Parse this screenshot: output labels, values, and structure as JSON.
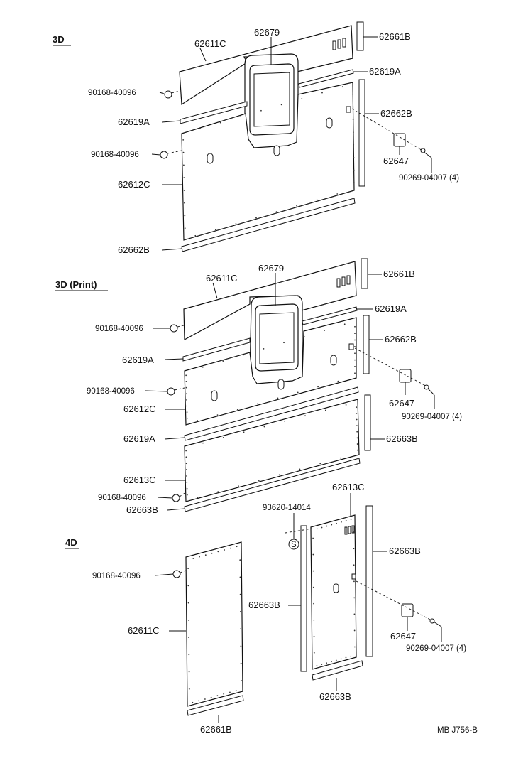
{
  "sections": {
    "s1": "3D",
    "s2": "3D (Print)",
    "s3": "4D"
  },
  "labels": {
    "s1_62611C": "62611C",
    "s1_62679": "62679",
    "s1_62661B": "62661B",
    "s1_62619A_right": "62619A",
    "s1_90168_top": "90168-40096",
    "s1_62619A_left": "62619A",
    "s1_62662B_right": "62662B",
    "s1_90168_mid": "90168-40096",
    "s1_62647": "62647",
    "s1_90269": "90269-04007 (4)",
    "s1_62612C": "62612C",
    "s1_62662B_bottom": "62662B",
    "s2_62611C": "62611C",
    "s2_62679": "62679",
    "s2_62661B": "62661B",
    "s2_62619A_right": "62619A",
    "s2_90168_top": "90168-40096",
    "s2_62619A_left": "62619A",
    "s2_62662B_right": "62662B",
    "s2_90168_mid": "90168-40096",
    "s2_62647": "62647",
    "s2_62612C": "62612C",
    "s2_90269": "90269-04007 (4)",
    "s2_62619A_lower": "62619A",
    "s2_62663B_right": "62663B",
    "s2_62613C": "62613C",
    "s2_90168_low": "90168-40096",
    "s2_62663B_bottom": "62663B",
    "s3_62613C": "62613C",
    "s3_93620": "93620-14014",
    "s3_90168": "90168-40096",
    "s3_62663B_right": "62663B",
    "s3_62663B_left": "62663B",
    "s3_62611C": "62611C",
    "s3_62647": "62647",
    "s3_90269": "90269-04007 (4)",
    "s3_62663B_bottom": "62663B",
    "s3_62661B": "62661B",
    "screw_symbol": "S",
    "footer_code": "MB J756-B"
  }
}
